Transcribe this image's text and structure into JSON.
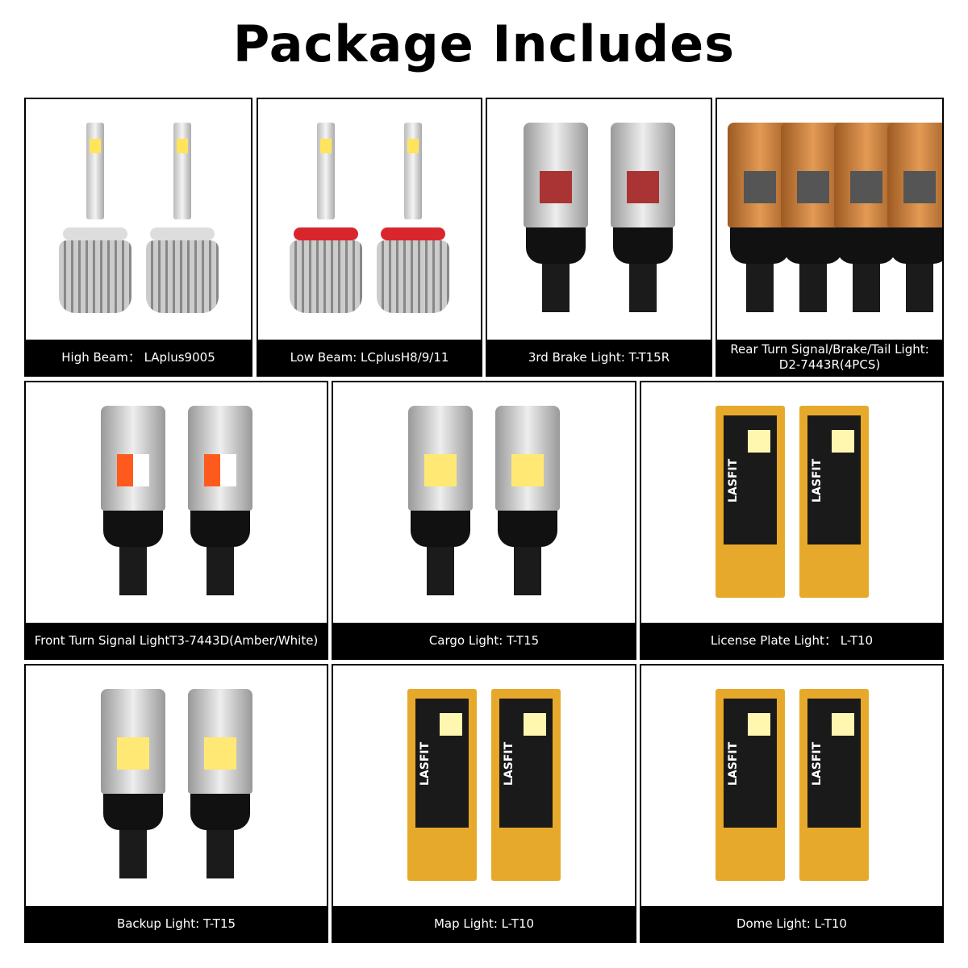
{
  "title": "Package Includes",
  "brand": "LASFIT",
  "items": [
    {
      "label": "High Beam： LAplus9005",
      "product": "headlight-bulb",
      "qty_shown": 2
    },
    {
      "label": "Low Beam: LCplusH8/9/11",
      "product": "headlight-bulb-red-ring",
      "qty_shown": 2
    },
    {
      "label": "3rd Brake Light: T-T15R",
      "product": "wedge-bulb-red",
      "qty_shown": 2
    },
    {
      "label": "Rear Turn Signal/Brake/Tail Light:\nD2-7443R(4PCS)",
      "product": "wedge-bulb-copper",
      "qty_shown": 4
    },
    {
      "label": "Front Turn Signal LightT3-7443D(Amber/White)",
      "product": "wedge-bulb-amber",
      "qty_shown": 2
    },
    {
      "label": "Cargo Light: T-T15",
      "product": "wedge-bulb-white",
      "qty_shown": 2
    },
    {
      "label": "License Plate Light： L-T10",
      "product": "pcb-bulb",
      "qty_shown": 2
    },
    {
      "label": "Backup Light: T-T15",
      "product": "wedge-bulb-white",
      "qty_shown": 2
    },
    {
      "label": "Map Light: L-T10",
      "product": "pcb-bulb",
      "qty_shown": 2
    },
    {
      "label": "Dome Light: L-T10",
      "product": "pcb-bulb",
      "qty_shown": 2
    }
  ]
}
